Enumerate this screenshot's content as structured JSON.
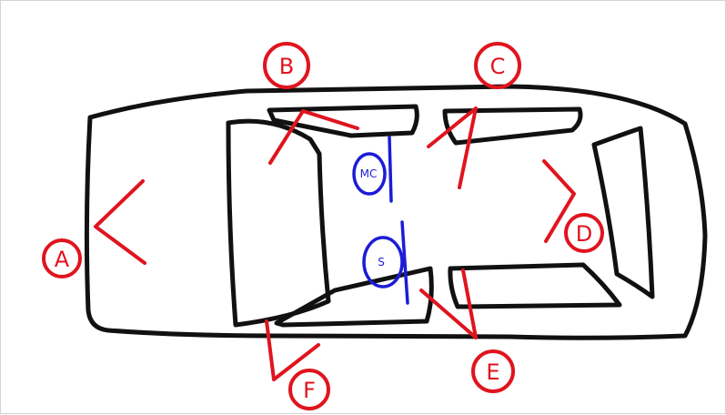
{
  "colors": {
    "body": "#111111",
    "angle": "#e0141e",
    "seat": "#1c1cd6"
  },
  "labels": {
    "a": "A",
    "b": "B",
    "c": "C",
    "d": "D",
    "e": "E",
    "f": "F"
  },
  "seats": {
    "mc": "MC",
    "s": "S"
  }
}
